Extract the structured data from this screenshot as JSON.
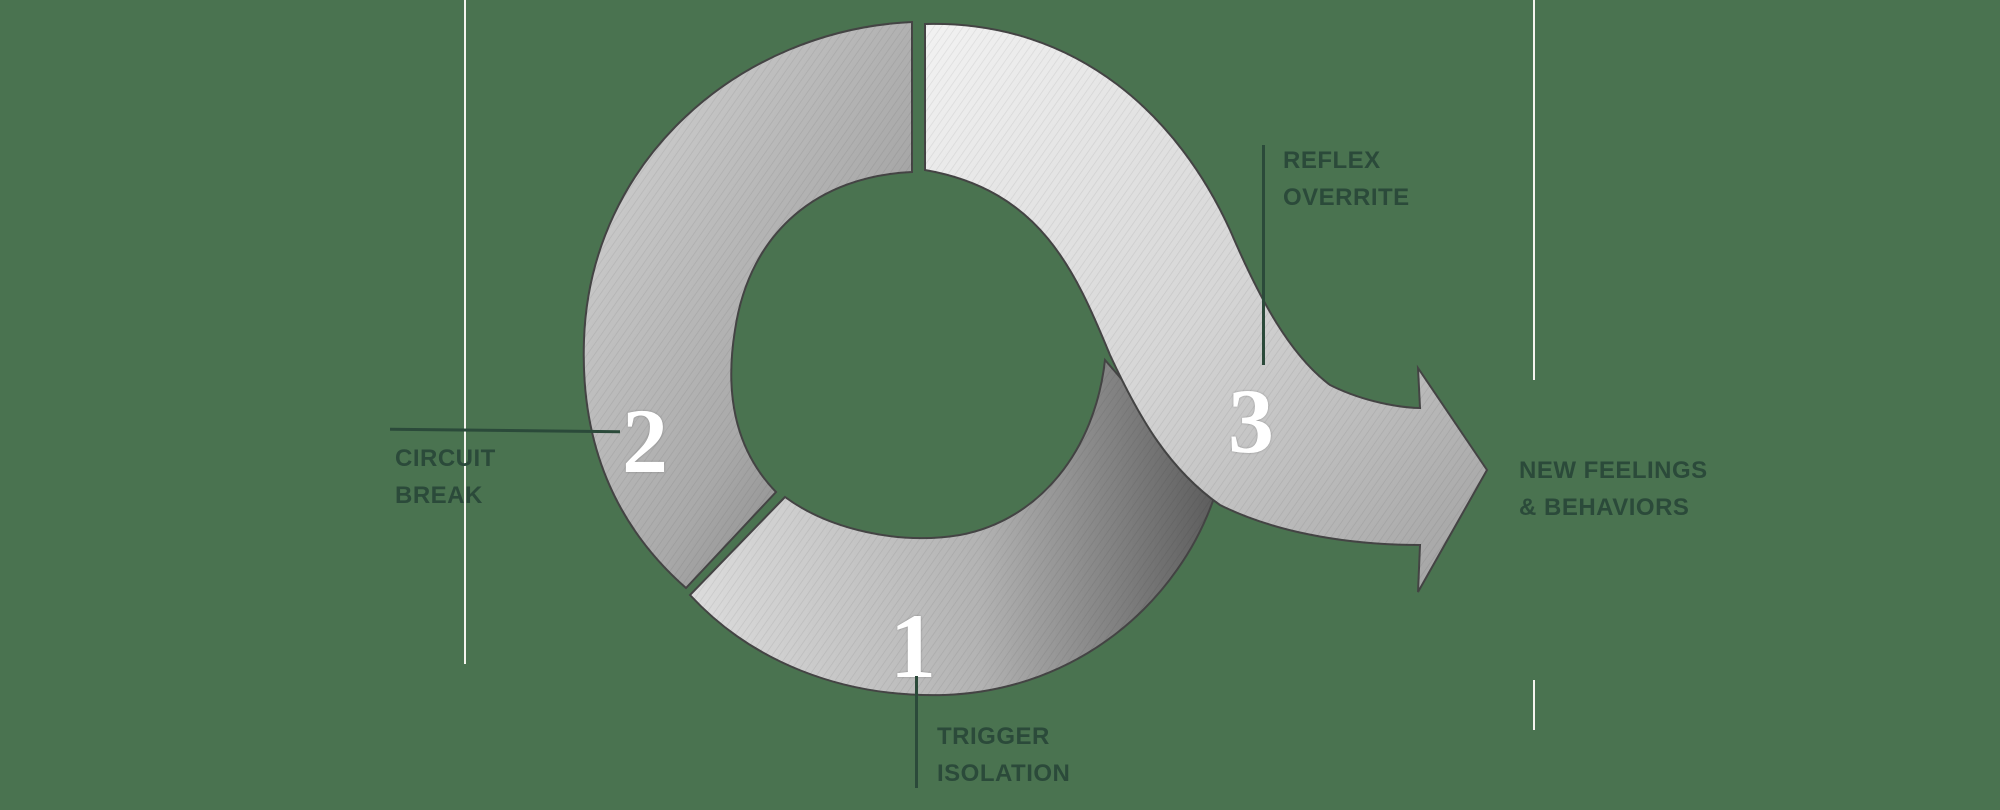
{
  "diagram": {
    "type": "three-step cycle arrow",
    "background_color": "#4a7350",
    "label_color": "#2b4a3a",
    "guide_line_color": "#f4f4ee",
    "steps": [
      {
        "number": "1",
        "label_line1": "TRIGGER",
        "label_line2": "ISOLATION"
      },
      {
        "number": "2",
        "label_line1": "CIRCUIT",
        "label_line2": "BREAK"
      },
      {
        "number": "3",
        "label_line1": "REFLEX",
        "label_line2": "OVERRITE"
      }
    ],
    "outcome": {
      "label_line1": "NEW FEELINGS",
      "label_line2": "& BEHAVIORS"
    }
  }
}
